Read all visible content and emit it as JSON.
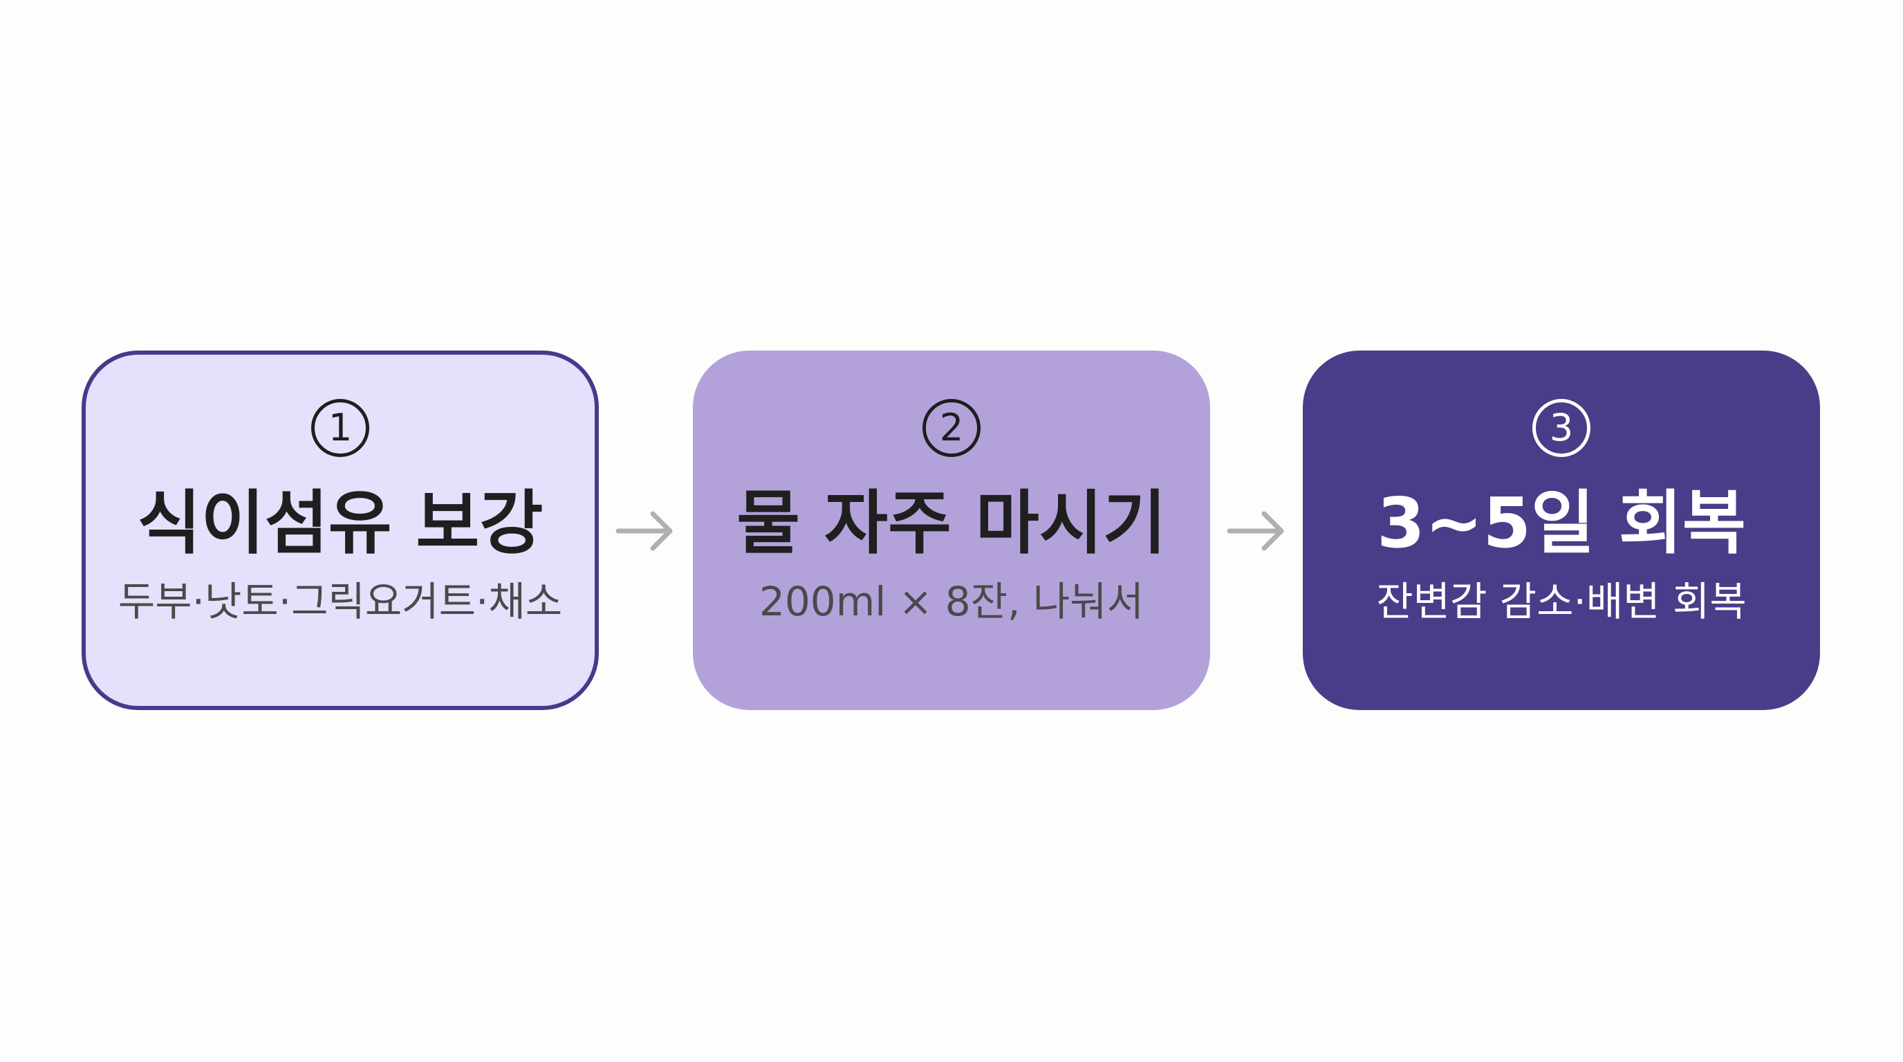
{
  "steps": [
    {
      "number": "1",
      "title": "식이섬유 보강",
      "subtitle": "두부·낫토·그릭요거트·채소"
    },
    {
      "number": "2",
      "title": "물 자주 마시기",
      "subtitle": "200ml × 8잔, 나눠서"
    },
    {
      "number": "3",
      "title": "3~5일 회복",
      "subtitle": "잔변감 감소·배변 회복"
    }
  ],
  "colors": {
    "step1_fill": "#e5e0fb",
    "step1_border": "#48398a",
    "step2_fill": "#b3a2da",
    "step3_fill": "#483d89",
    "arrow": "#b0b0b0"
  }
}
